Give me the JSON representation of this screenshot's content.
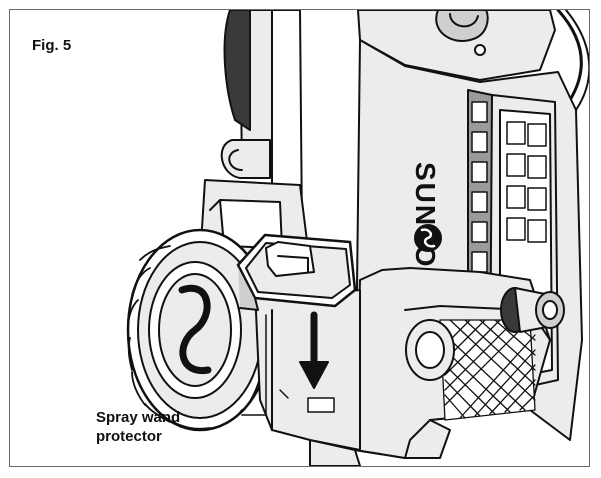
{
  "figure": {
    "label": "Fig. 5",
    "brand_text": "SUNJOE",
    "callout": {
      "line1": "Spray wand",
      "line2": "protector"
    }
  },
  "colors": {
    "stroke": "#111111",
    "body_fill": "#ececec",
    "dark_fill": "#3a3a3a",
    "mid_fill": "#9a9a9a",
    "frame": "#6a6a6a"
  },
  "icons": [
    "down-arrow-icon",
    "sunjoe-logo-icon",
    "wheel-icon",
    "hose-connector-icon"
  ]
}
